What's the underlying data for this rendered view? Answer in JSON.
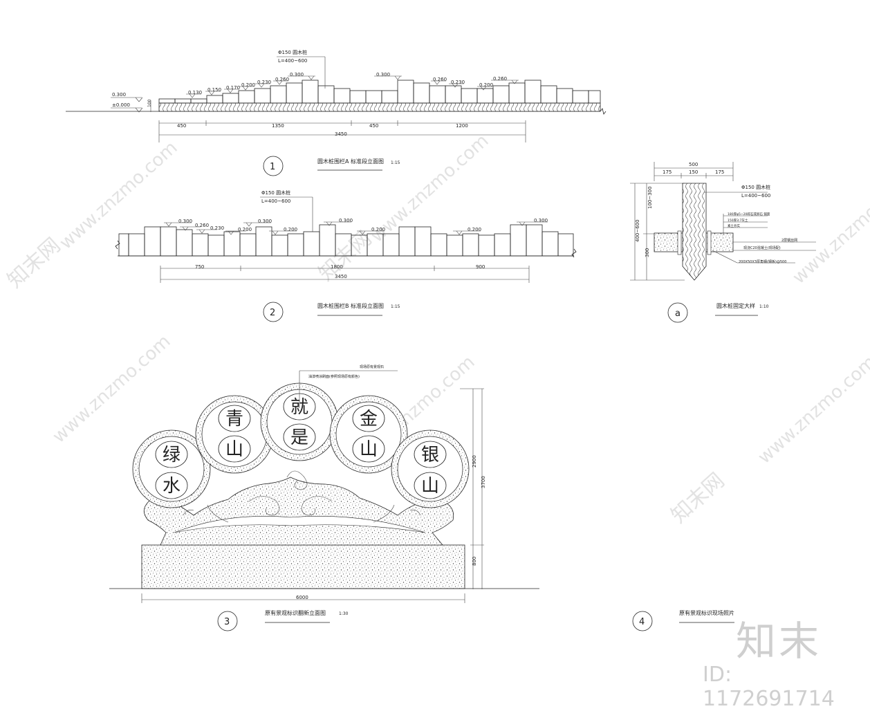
{
  "watermark": {
    "site": "www.znzmo.com",
    "brand": "知末网",
    "logo": "知末",
    "id_text": "ID: 1172691714"
  },
  "fig1": {
    "callout_line1": "Φ150 圆木桩",
    "callout_line2": "L=400~600",
    "level_high": "0.300",
    "level_zero": "±0.000",
    "step_labels": [
      "0.130",
      "0.150",
      "0.170",
      "0.200",
      "0.230",
      "0.260",
      "0.300",
      "0.300",
      "0.260",
      "0.230",
      "0.200",
      "0.260"
    ],
    "base_dim": "100",
    "dims": [
      "450",
      "1350",
      "450",
      "1200"
    ],
    "total": "3450",
    "num": "1",
    "title": "圆木桩围栏A 标准段立面图",
    "scale": "1:15"
  },
  "fig2": {
    "callout_line1": "Φ150 圆木桩",
    "callout_line2": "L=400~600",
    "step_labels": [
      "0.300",
      "0.260",
      "0.230",
      "0.200",
      "0.300",
      "0.200",
      "0.300",
      "0.200",
      "0.200",
      "0.300"
    ],
    "dims": [
      "750",
      "1800",
      "900"
    ],
    "total": "3450",
    "num": "2",
    "title": "圆木桩围栏B 标准段立面图",
    "scale": "1:15"
  },
  "figa": {
    "top_dim": "500",
    "top_subdims": [
      "175",
      "150",
      "175"
    ],
    "side_total": "400~600",
    "side_upper": "100~300",
    "side_lower": "300",
    "callout_post1": "Φ150 圆木桩",
    "callout_post2": "L=400~600",
    "note1": "180厚φ5~20碎石或卵石 铺面",
    "note2": "150厚3:7灰土",
    "note3": "素土夯实",
    "note4": "2层钢丝网",
    "note5": "现浇C20混凝土(现场配)",
    "note6": "200X50X3厚角钢(钢板)@500",
    "num": "a",
    "title": "圆木桩固定大样",
    "scale": "1:10"
  },
  "fig3": {
    "callout_line1": "现场原有景观石",
    "callout_line2": "油漆喷涂刷面(参照现场原有颜色)",
    "chars": [
      "绿",
      "水",
      "青",
      "山",
      "就",
      "是",
      "金",
      "山",
      "银",
      "山"
    ],
    "dim_total_v": "3700",
    "dim_upper_v": "2900",
    "dim_lower_v": "800",
    "dim_width": "6000",
    "num": "3",
    "title": "原有景观标识翻新立面图",
    "scale": "1:30"
  },
  "fig4": {
    "num": "4",
    "title": "原有景观标识现场照片"
  }
}
